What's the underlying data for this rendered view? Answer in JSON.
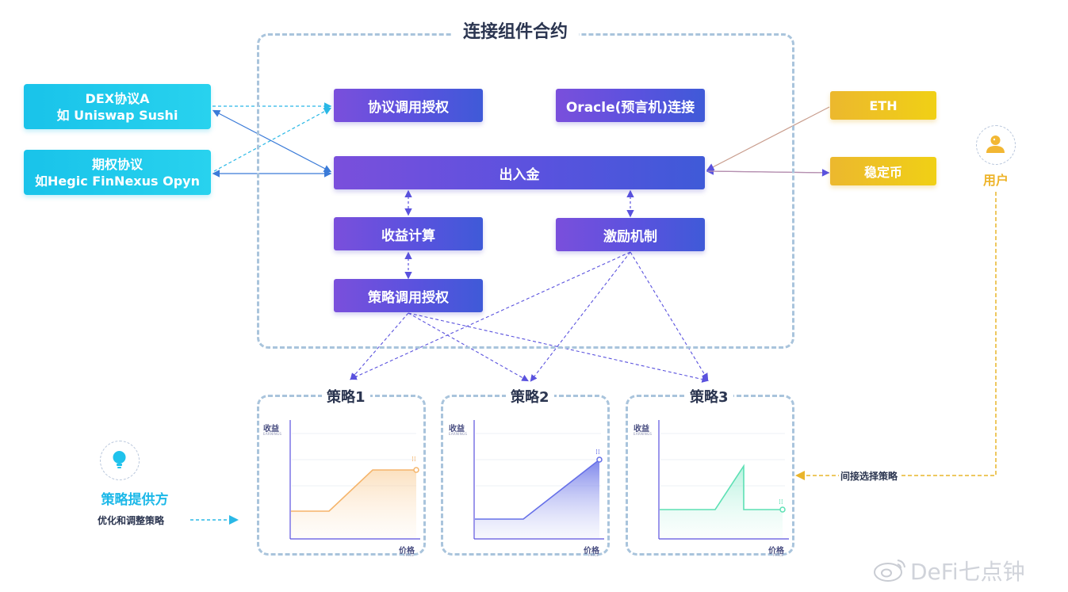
{
  "contract": {
    "title": "连接组件合约",
    "auth_label": "协议调用授权",
    "oracle_label": "Oracle(预言机)连接",
    "inout_label": "出入金",
    "yield_label": "收益计算",
    "incentive_label": "激励机制",
    "strategy_auth_label": "策略调用授权"
  },
  "protocols": {
    "dex_line1": "DEX协议A",
    "dex_line2": "如 Uniswap Sushi",
    "options_line1": "期权协议",
    "options_line2": "如Hegic  FinNexus  Opyn"
  },
  "assets": {
    "eth_label": "ETH",
    "stable_label": "稳定币"
  },
  "user": {
    "label": "用户",
    "note": "间接选择策略"
  },
  "provider": {
    "label": "策略提供方",
    "note": "优化和调整策略"
  },
  "strategies": [
    {
      "title": "策略1",
      "y_label": "收益",
      "y_sub": "EARNINGS",
      "x_label": "价格",
      "x_sub": "PRICE"
    },
    {
      "title": "策略2",
      "y_label": "收益",
      "y_sub": "EARNINGS",
      "x_label": "价格",
      "x_sub": "PRICE"
    },
    {
      "title": "策略3",
      "y_label": "收益",
      "y_sub": "EARNINGS",
      "x_label": "价格",
      "x_sub": "PRICE"
    }
  ],
  "watermark": "DeFi七点钟",
  "colors": {
    "purple": "#5a52de",
    "cyan": "#1cc6ea",
    "gold": "#eec124",
    "frame": "#a9c4dc",
    "s1": "#f5b46a",
    "s2": "#6670e8",
    "s3": "#5de0b4"
  }
}
